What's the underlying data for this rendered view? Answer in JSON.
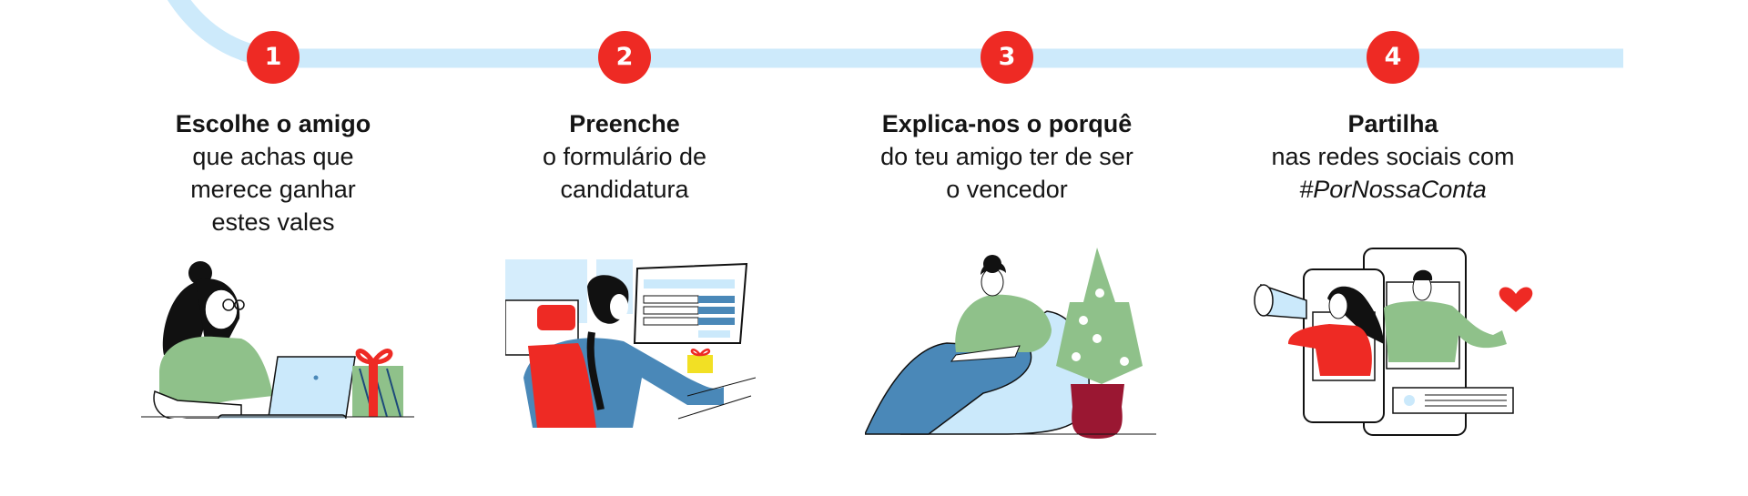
{
  "colors": {
    "track": "#cdeafb",
    "badge": "#ee2a24",
    "badge_text": "#ffffff",
    "text": "#151515",
    "green": "#8fc18a",
    "light_blue": "#cbe9fb",
    "blue": "#4a88b8",
    "red": "#ee2a24",
    "maroon": "#9a1732",
    "yellow": "#f2e024"
  },
  "steps": [
    {
      "number": "1",
      "title": "Escolhe o amigo",
      "lines": [
        "que achas que",
        "merece ganhar",
        "estes vales"
      ],
      "illustration": "woman-laptop-gift-illustration"
    },
    {
      "number": "2",
      "title": "Preenche",
      "lines": [
        "o formulário de",
        "candidatura"
      ],
      "illustration": "woman-desk-form-illustration"
    },
    {
      "number": "3",
      "title": "Explica-nos o porquê",
      "lines": [
        "do teu amigo ter de ser",
        "o vencedor"
      ],
      "illustration": "man-beanbag-tree-illustration"
    },
    {
      "number": "4",
      "title": "Partilha",
      "lines": [
        "nas redes sociais com"
      ],
      "hashtag": "#PorNossaConta",
      "illustration": "social-share-phones-illustration"
    }
  ]
}
